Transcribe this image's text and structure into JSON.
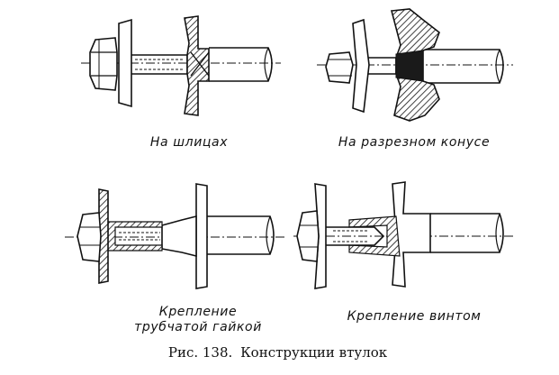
{
  "labels": {
    "spline": "На шлицах",
    "split_cone": "На разрезном конусе",
    "tubular_nut_line1": "Крепление",
    "tubular_nut_line2": "трубчатой гайкой",
    "screw": "Крепление винтом"
  },
  "caption": {
    "prefix": "Рис. 138.",
    "text": "Конструкции втулок"
  }
}
